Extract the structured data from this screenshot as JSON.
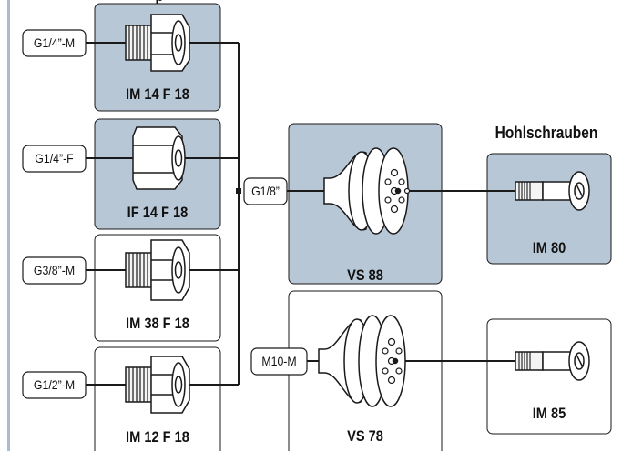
{
  "top_cut_label": "p",
  "section_heading": "Hohlschrauben",
  "adapters": [
    {
      "port": "G1/4”-M",
      "name": "IM 14 F 18",
      "highlighted": true
    },
    {
      "port": "G1/4”-F",
      "name": "IF 14 F 18",
      "highlighted": true
    },
    {
      "port": "G3/8”-M",
      "name": "IM 38 F 18",
      "highlighted": false
    },
    {
      "port": "G1/2”-M",
      "name": "IM 12 F 18",
      "highlighted": false
    }
  ],
  "cups": [
    {
      "port": "G1/8”",
      "name": "VS 88",
      "highlighted": true
    },
    {
      "port": "M10-M",
      "name": "VS 78",
      "highlighted": false
    }
  ],
  "screws": [
    {
      "name": "IM 80",
      "highlighted": true
    },
    {
      "name": "IM 85",
      "highlighted": false
    }
  ],
  "colors": {
    "highlight_fill": "#b8c7d6",
    "outline": "#1a1a1a",
    "left_rule": "#a9bccd"
  }
}
